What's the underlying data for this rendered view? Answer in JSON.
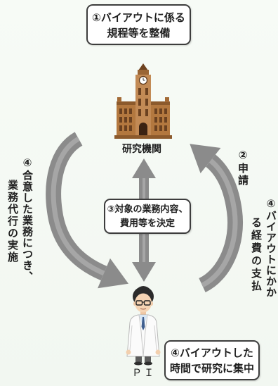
{
  "colors": {
    "background": "#f2f7f1",
    "arrow": "#8b8b8b",
    "arrow_highlight": "#a6a6a6",
    "box_border": "#3d3d3d",
    "box_fill": "#ffffff",
    "text": "#1f1f1f"
  },
  "steps": {
    "step1": {
      "lines": [
        "①バイアウトに係る",
        "規程等を整備"
      ]
    },
    "step2": {
      "text": "②申請"
    },
    "step3": {
      "lines": [
        "③対象の業務内容、",
        "費用等を決定"
      ]
    },
    "step4_agency": {
      "lines": [
        "④合意した業務につき、",
        "業務代行の実施"
      ]
    },
    "step4_payment": {
      "lines": [
        "④バイアウトにかか",
        "る経費の支払"
      ]
    },
    "step4_research": {
      "lines": [
        "④バイアウトした",
        "時間で研究に集中"
      ]
    }
  },
  "nodes": {
    "institution": {
      "label": "研究機関",
      "icon": "university-building-icon"
    },
    "pi": {
      "label": "ＰＩ",
      "icon": "researcher-icon"
    }
  }
}
